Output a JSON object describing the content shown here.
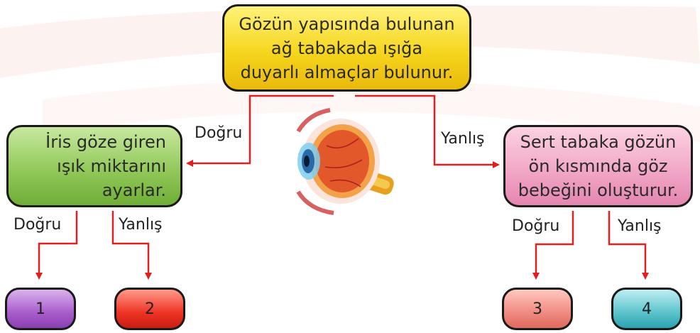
{
  "boxes": {
    "top": "Gözün yapısında bulunan\nağ tabakada ışığa\nduyarlı almaçlar bulunur.",
    "left": "İris göze giren\nışık miktarını\nayarlar.",
    "right": "Sert tabaka gözün\nön kısmında göz\nbebeğini oluşturur."
  },
  "labels": {
    "top_left": "Doğru",
    "top_right": "Yanlış",
    "left_dogru": "Doğru",
    "left_yanlis": "Yanlış",
    "right_dogru": "Doğru",
    "right_yanlis": "Yanlış"
  },
  "outcomes": [
    "1",
    "2",
    "3",
    "4"
  ],
  "colors": {
    "arrow": "#e02020",
    "top_box": "#f6d61e",
    "left_box": "#92c95a",
    "right_box": "#f2a8c8",
    "out1": "#a95ccc",
    "out2": "#ee3324",
    "out3": "#f08a80",
    "out4": "#5cc3cc"
  },
  "icons": {
    "center": "eye-anatomy-icon"
  }
}
